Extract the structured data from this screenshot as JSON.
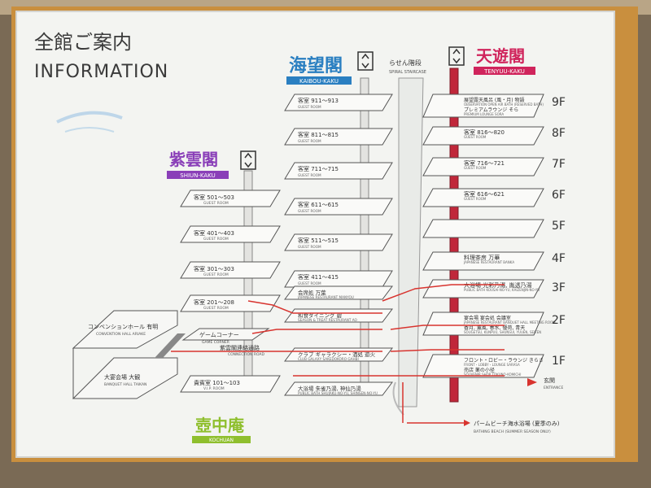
{
  "board": {
    "title_jp": "全館ご案内",
    "title_en": "INFORMATION",
    "colors": {
      "wall": "#7a6a55",
      "frame": "#c98f3e",
      "panel": "#f3f4f1",
      "route": "#d8342f",
      "pillar": "#c0273a",
      "kaibo": "#2a7fc1",
      "shiun": "#8a3fb8",
      "tenyu": "#d0245c",
      "tsubo": "#8fbf2e"
    }
  },
  "buildings": {
    "kaibo": {
      "name_jp": "海望閣",
      "name_en": "KAIBOU-KAKU"
    },
    "shiun": {
      "name_jp": "紫雲閣",
      "name_en": "SHIUN-KAKU"
    },
    "tenyu": {
      "name_jp": "天遊閣",
      "name_en": "TENYUU-KAKU"
    },
    "tsubo": {
      "name_jp": "壺中庵",
      "name_en": "KOCHUAN"
    },
    "stairs": {
      "name_jp": "らせん階段",
      "name_en": "SPIRAL STAIRCASE"
    }
  },
  "floors": [
    "9F",
    "8F",
    "7F",
    "6F",
    "5F",
    "4F",
    "3F",
    "2F",
    "1F"
  ],
  "shiun_rooms": [
    {
      "jp": "客室 501～503",
      "en": "GUEST ROOM"
    },
    {
      "jp": "客室 401～403",
      "en": "GUEST ROOM"
    },
    {
      "jp": "客室 301～303",
      "en": "GUEST ROOM"
    },
    {
      "jp": "客室 201～208",
      "en": "GUEST ROOM"
    },
    {
      "jp": "貴賓室 101～103",
      "en": "V.I.P. ROOM"
    }
  ],
  "kaibo_rooms": [
    {
      "jp": "客室 911～913",
      "en": "GUEST ROOM"
    },
    {
      "jp": "客室 811～815",
      "en": "GUEST ROOM"
    },
    {
      "jp": "客室 711～715",
      "en": "GUEST ROOM"
    },
    {
      "jp": "客室 611～615",
      "en": "GUEST ROOM"
    },
    {
      "jp": "客室 511～515",
      "en": "GUEST ROOM"
    },
    {
      "jp": "客室 411～415",
      "en": "GUEST ROOM"
    },
    {
      "jp": "会席処 万葉",
      "en": "JAPANESE RESTAURANT MANYOU"
    },
    {
      "jp": "和食ダイニング 碧",
      "en": "SEASON & TREAT RESTAURANT AO"
    },
    {
      "jp": "クラブ ギャラクシー・酒処 遊火",
      "en": "CLUB GALAXY SAKEDOKORO GAHBI"
    },
    {
      "jp": "大浴場 朱雀乃湯, 神仙乃湯",
      "en": "PUBLIC BATH SHUJAKU-NO-YU, SHINSEN-NO-YU"
    }
  ],
  "tenyu_rooms": [
    {
      "jp": "展望露天風呂 (風・月) 物語",
      "en": "OBSERVATION OPEN AIR BATH (RESERVED BATH)"
    },
    {
      "jp": "プレミアムラウンジ そら",
      "en": "PREMIUM LOUNGE SORA"
    },
    {
      "jp": "客室 816～820",
      "en": "GUEST ROOM"
    },
    {
      "jp": "客室 716～721",
      "en": "GUEST ROOM"
    },
    {
      "jp": "客室 616～621",
      "en": "GUEST ROOM"
    },
    {
      "jp": "",
      "en": ""
    },
    {
      "jp": "料理茶房 万華",
      "en": "JAPANESE RESTAURANT BANKA"
    },
    {
      "jp": "大浴場 光彩乃湯, 胤透乃湯",
      "en": "PUBLIC BATH KOUSAI-NO-YU, KAIZENJIN-NO-YU"
    },
    {
      "jp": "宴会場 宴会処 会議室",
      "en": "JAPANESE RESTAURANT BANQUET HALL MEETING ROOM"
    },
    {
      "jp": "香月, 薫風, 春水, 優苑, 青天",
      "en": "SOUGETSU, KUNPUU, SHUNSUI, YUUEN, SEITEN"
    },
    {
      "jp": "フロント・ロビー・ラウンジ きらさ",
      "en": "FRONT・LOBBY・LOUNGE SARASA"
    },
    {
      "jp": "売店 薬の小径",
      "en": "SOUVENIR SHOP TOKUNO-KOMICHI"
    }
  ],
  "misc": {
    "convention": {
      "jp": "コンベンションホール 有明",
      "en": "CONVENTION HALL ARIAKE"
    },
    "banquet": {
      "jp": "大宴会場 大観",
      "en": "BANQUET HALL TAIKAN"
    },
    "game": {
      "jp": "ゲームコーナー",
      "en": "GAME CORNER"
    },
    "corridor": {
      "jp": "紫雲閣連絡通路",
      "en": "CONNECTION ROAD"
    },
    "entrance": {
      "jp": "玄関",
      "en": "ENTRANCE"
    },
    "beach": {
      "jp": "パームビーチ海水浴場 (夏季のみ)",
      "en": "BATHING BEACH (SUMMER SEASON ONLY)"
    }
  }
}
